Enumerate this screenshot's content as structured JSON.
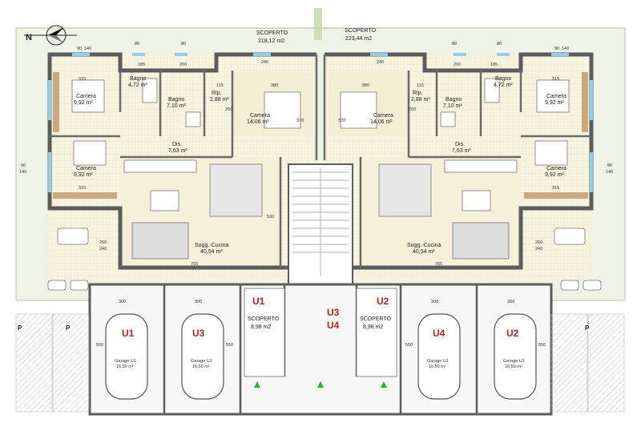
{
  "compass": {
    "letter": "N"
  },
  "outdoor": {
    "left": {
      "label": "SCOPERTO",
      "area": "218,12 m2"
    },
    "right": {
      "label": "SCOPERTO",
      "area": "223,44 m2"
    }
  },
  "rooms": {
    "camera_ul": {
      "label": "Camera",
      "area": "9,92 m²"
    },
    "camera_ll": {
      "label": "Camera",
      "area": "9,92 m²"
    },
    "bagno_l1": {
      "label": "Bagno",
      "area": "4,72 m²"
    },
    "bagno_l2": {
      "label": "Bagno",
      "area": "7,10 m²"
    },
    "rip_l": {
      "label": "Rip.",
      "area": "2,88 m²"
    },
    "camera_cl": {
      "label": "Camera",
      "area": "14,06 m²"
    },
    "dis_l": {
      "label": "Dis.",
      "area": "7,63 m²"
    },
    "sogg_l": {
      "label": "Sogg.-Cucina",
      "area": "40,54 m²"
    },
    "camera_cr": {
      "label": "Camera",
      "area": "14,06 m²"
    },
    "rip_r": {
      "label": "Rip.",
      "area": "2,88 m²"
    },
    "bagno_r2": {
      "label": "Bagno",
      "area": "7,10 m²"
    },
    "bagno_r1": {
      "label": "Bagno",
      "area": "4,72 m²"
    },
    "camera_ur": {
      "label": "Camera",
      "area": "9,92 m²"
    },
    "camera_lr": {
      "label": "Camera",
      "area": "9,92 m²"
    },
    "dis_r": {
      "label": "Dis.",
      "area": "7,63 m²"
    },
    "sogg_r": {
      "label": "Sogg.-Cucina",
      "area": "40,54 m²"
    }
  },
  "dims": {
    "d315": "315",
    "d90": "90",
    "d140": "140",
    "d80": "80",
    "d185": "185",
    "d200": "200",
    "d240": "240",
    "d115": "115",
    "d380": "380",
    "d250": "250",
    "d370": "370",
    "d765": "765",
    "d260": "260",
    "d530": "530",
    "d300": "300",
    "d550": "550",
    "d140b": "140"
  },
  "units": {
    "u1": "U1",
    "u2": "U2",
    "u3": "U3",
    "u4": "U4",
    "u3u4_top": "U3",
    "u3u4_bot": "U4",
    "garage_u1": "U1",
    "garage_u3": "U3",
    "garage_u4": "U4",
    "garage_u2": "U2"
  },
  "small_scoperto": {
    "left": {
      "label": "SCOPERTO",
      "area": "8,98 m2"
    },
    "right": {
      "label": "SCOPERTO",
      "area": "8,98 m2"
    }
  },
  "garages": [
    {
      "label": "Garage U1",
      "area": "16,50 m²"
    },
    {
      "label": "Garage U1",
      "area": "16,50 m²"
    },
    {
      "label": "Garage U1",
      "area": "16,50 m²"
    },
    {
      "label": "Garage U1",
      "area": "16,50 m²"
    }
  ],
  "parking": {
    "p": "P"
  },
  "colors": {
    "wall": "#5c5c5c",
    "room": "#f4f1d8",
    "green": "#eef3e6",
    "red": "#c22020",
    "window": "#8fd0e6",
    "wood": "#b58a5a"
  }
}
